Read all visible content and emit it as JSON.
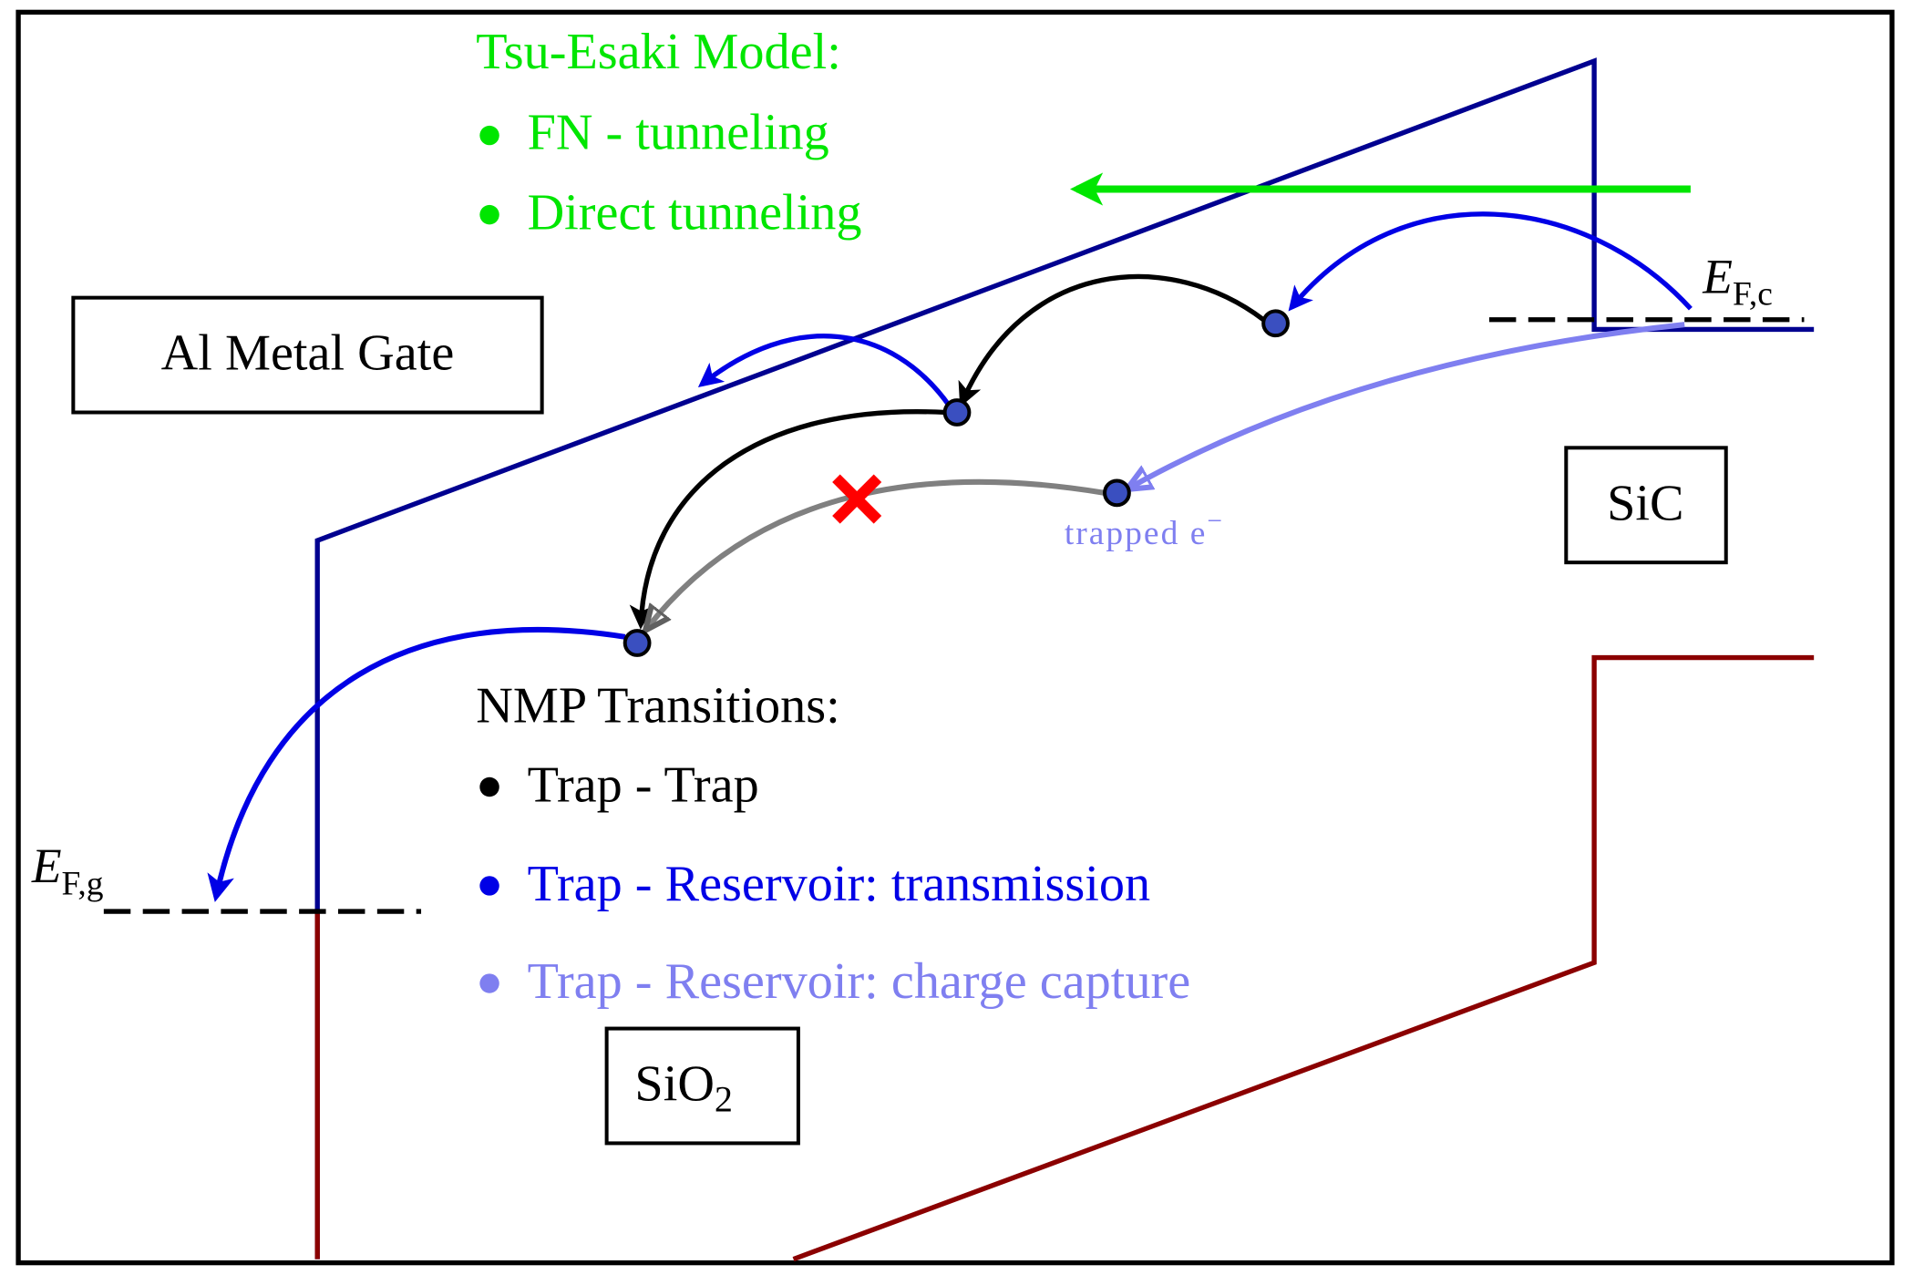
{
  "colors": {
    "frame": "#000000",
    "conduction_band": "#000090",
    "valence_band": "#8b0000",
    "tsu_esaki": "#00e600",
    "transmission": "#0000e6",
    "charge_capture": "#7f7ff0",
    "trap_trap": "#000000",
    "blocked": "#808080",
    "blocked_mark": "#ff0000",
    "trap_fill": "#3a4fc0",
    "fermi_level": "#000000"
  },
  "regions": {
    "gate": "Al Metal Gate",
    "oxide_main": "SiO",
    "oxide_sub": "2",
    "substrate": "SiC"
  },
  "fermi_levels": {
    "gate": {
      "symbol": "E",
      "subscript": "F,g"
    },
    "channel": {
      "symbol": "E",
      "subscript": "F,c"
    }
  },
  "tsu_esaki": {
    "title": "Tsu-Esaki Model:",
    "items": [
      "FN - tunneling",
      "Direct tunneling"
    ]
  },
  "nmp": {
    "title": "NMP Transitions:",
    "items": [
      {
        "label": "Trap - Trap",
        "kind": "trap_trap"
      },
      {
        "label": "Trap - Reservoir: transmission",
        "kind": "transmission"
      },
      {
        "label": "Trap - Reservoir: charge capture",
        "kind": "charge_capture"
      }
    ]
  },
  "annotations": {
    "trapped_label": "trapped e",
    "trapped_sup": "−"
  },
  "bullet": "•"
}
